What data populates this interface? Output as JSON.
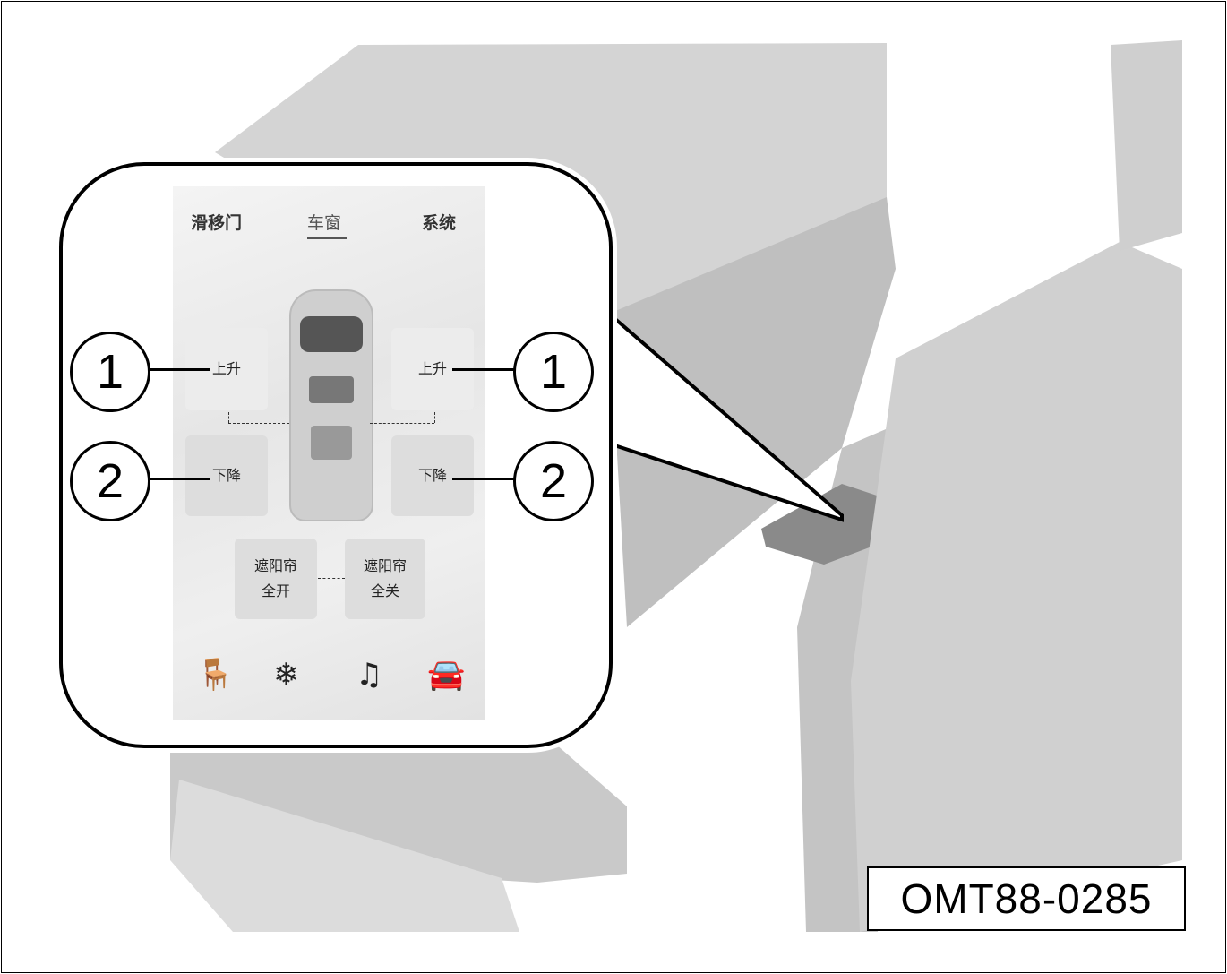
{
  "screen": {
    "tabs": [
      "滑移门",
      "车窗",
      "系统"
    ],
    "active_tab": "车窗",
    "left_up": "上升",
    "left_down": "下降",
    "right_up": "上升",
    "right_down": "下降",
    "shade_open": {
      "line1": "遮阳帘",
      "line2": "全开"
    },
    "shade_close": {
      "line1": "遮阳帘",
      "line2": "全关"
    },
    "bottom_icons": [
      "seat-icon",
      "snowflake-icon",
      "music-icon",
      "car-icon"
    ]
  },
  "callouts": {
    "left_1": "1",
    "right_1": "1",
    "left_2": "2",
    "right_2": "2"
  },
  "figure_code": "OMT88-0285"
}
